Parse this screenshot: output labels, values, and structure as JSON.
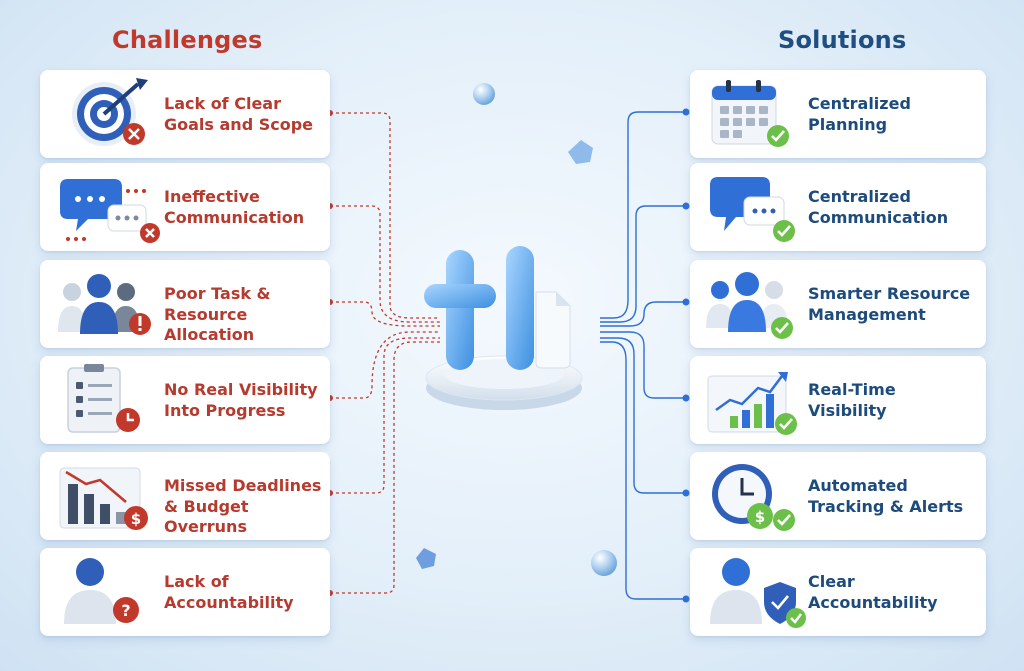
{
  "headings": {
    "challenges": "Challenges",
    "solutions": "Solutions"
  },
  "challenges": [
    {
      "line1": "Lack of Clear",
      "line2": "Goals and Scope",
      "icon": "target-icon"
    },
    {
      "line1": "Ineffective",
      "line2": "Communication",
      "icon": "chat-bubbles-icon"
    },
    {
      "line1": "Poor Task &",
      "line2": "Resource Allocation",
      "icon": "team-icon"
    },
    {
      "line1": "No Real Visibility",
      "line2": "Into Progress",
      "icon": "checklist-icon"
    },
    {
      "line1": "Missed Deadlines",
      "line2": "& Budget Overruns",
      "icon": "declining-chart-icon"
    },
    {
      "line1": "Lack of",
      "line2": "Accountability",
      "icon": "user-question-icon"
    }
  ],
  "solutions": [
    {
      "line1": "Centralized",
      "line2": "Planning",
      "icon": "calendar-icon"
    },
    {
      "line1": "Centralized",
      "line2": "Communication",
      "icon": "chat-bubbles-icon"
    },
    {
      "line1": "Smarter Resource",
      "line2": "Management",
      "icon": "team-icon"
    },
    {
      "line1": "Real-Time",
      "line2": "Visibility",
      "icon": "growth-chart-icon"
    },
    {
      "line1": "Automated",
      "line2": "Tracking & Alerts",
      "icon": "clock-dollar-icon"
    },
    {
      "line1": "Clear",
      "line2": "Accountability",
      "icon": "user-shield-icon"
    }
  ],
  "logo": {
    "text": "tl",
    "icon": "tl-logo-icon"
  },
  "colors": {
    "challenge": "#c0392b",
    "solution": "#1f4f82",
    "accent": "#4aa3e8",
    "success": "#6cc04a",
    "wire_left": "#c0392b",
    "wire_right": "#2f6fd6"
  }
}
